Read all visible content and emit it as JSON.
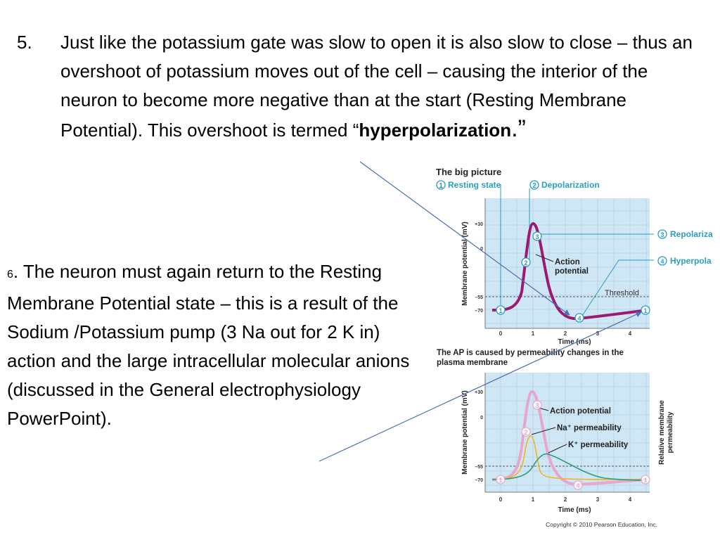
{
  "slide": {
    "p5": {
      "number": "5.",
      "text": "Just like the potassium gate was slow to open it is also slow to close – thus an overshoot of potassium moves out of the cell – causing the interior of the neuron to become more negative than at the start (Resting Membrane Potential).  This overshoot is termed “",
      "bold": "hyperpolarization",
      "end": ".”"
    },
    "p6": {
      "number": "6",
      "text": ". The neuron must again return to the Resting Membrane Potential state – this is a result of the Sodium /Potassium pump (3 Na out for 2 K in) action and the large intracellular molecular anions (discussed in the General electrophysiology PowerPoint)."
    }
  },
  "figure": {
    "top_title": "The big picture",
    "bottom_title_1": "The AP is caused by permeability changes in the",
    "bottom_title_2": "plasma membrane",
    "copyright": "Copyright © 2010 Pearson Education, Inc.",
    "labels": {
      "resting": "Resting state",
      "depolarization": "Depolarization",
      "repolarization": "Repolariza",
      "hyperpolarization": "Hyperpola",
      "action_potential_1": "Action",
      "action_potential_2": "potential",
      "threshold": "Threshold",
      "ap_legend": "Action potential",
      "na_legend": "Na⁺ permeability",
      "k_legend": "K⁺ permeability",
      "ylabel_top": "Membrane potential (mV)",
      "ylabel_bottom": "Membrane potential (mV)",
      "ylabel_right_1": "Relative membrane",
      "ylabel_right_2": "permeability",
      "xlabel": "Time (ms)"
    },
    "y_ticks": [
      "+30",
      "0",
      "–55",
      "–70"
    ],
    "x_ticks": [
      "0",
      "1",
      "2",
      "3",
      "4"
    ],
    "steps": [
      "1",
      "2",
      "3",
      "4"
    ],
    "colors": {
      "panel_bg": "#cfe6f4",
      "ap_curve": "#9b1b74",
      "ap_curve_light": "#e7a6cd",
      "na_curve": "#f4b321",
      "k_curve": "#2a9d7f",
      "callout": "#2a9fc0",
      "threshold": "#555555",
      "arrow": "#4a6fb5"
    }
  }
}
